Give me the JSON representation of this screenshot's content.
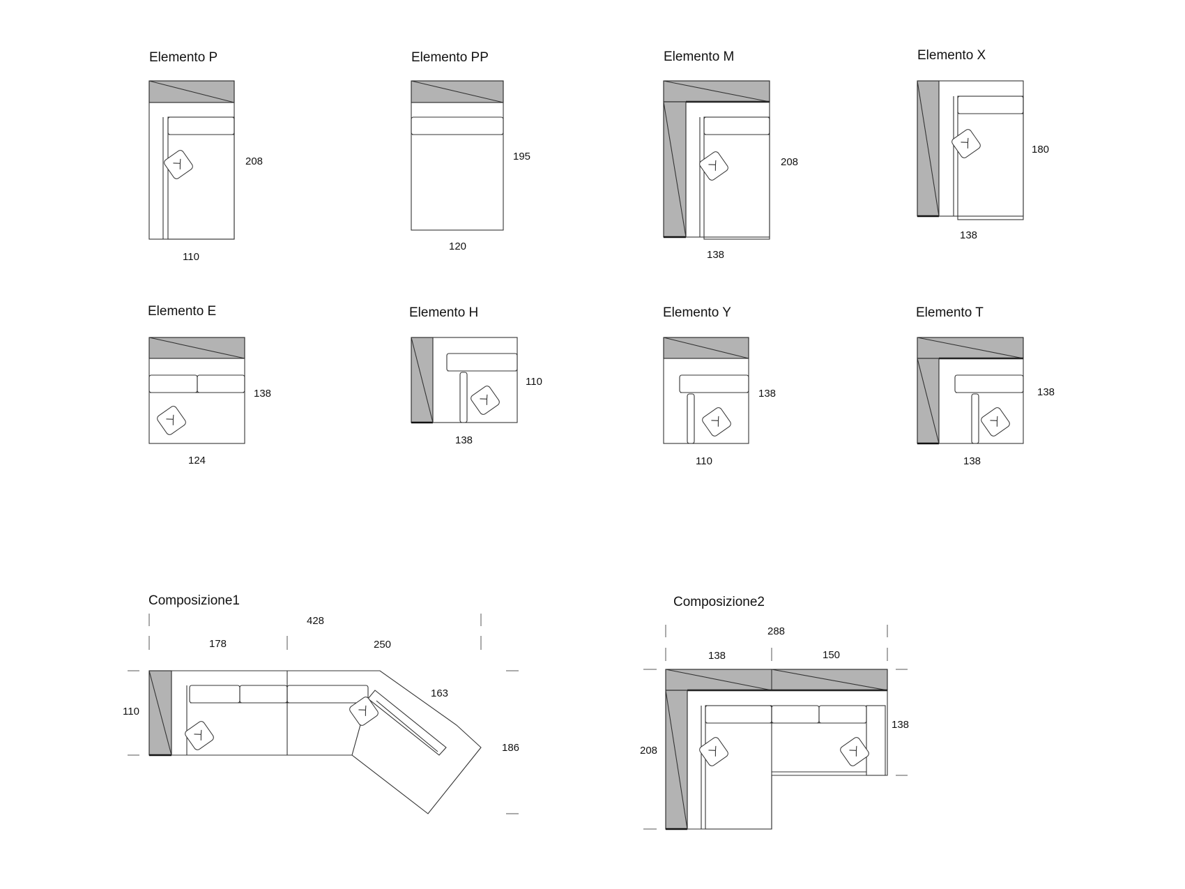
{
  "elements": [
    {
      "id": "p",
      "title": "Elemento P",
      "width": "110",
      "depth": "208"
    },
    {
      "id": "pp",
      "title": "Elemento PP",
      "width": "120",
      "depth": "195"
    },
    {
      "id": "m",
      "title": "Elemento M",
      "width": "138",
      "depth": "208"
    },
    {
      "id": "x",
      "title": "Elemento X",
      "width": "138",
      "depth": "180"
    },
    {
      "id": "e",
      "title": "Elemento E",
      "width": "124",
      "depth": "138"
    },
    {
      "id": "h",
      "title": "Elemento H",
      "width": "138",
      "depth": "110"
    },
    {
      "id": "y",
      "title": "Elemento Y",
      "width": "110",
      "depth": "138"
    },
    {
      "id": "t",
      "title": "Elemento T",
      "width": "138",
      "depth": "138"
    }
  ],
  "compositions": [
    {
      "id": "c1",
      "title": "Composizione1",
      "total": "428",
      "seg1": "178",
      "seg2": "250",
      "diag": "163",
      "left": "110",
      "right": "186"
    },
    {
      "id": "c2",
      "title": "Composizione2",
      "total": "288",
      "seg1": "138",
      "seg2": "150",
      "left": "208",
      "right": "138"
    }
  ],
  "colors": {
    "shade": "#b3b3b3",
    "line": "#333333"
  },
  "icons": [
    "cushion-icon"
  ]
}
